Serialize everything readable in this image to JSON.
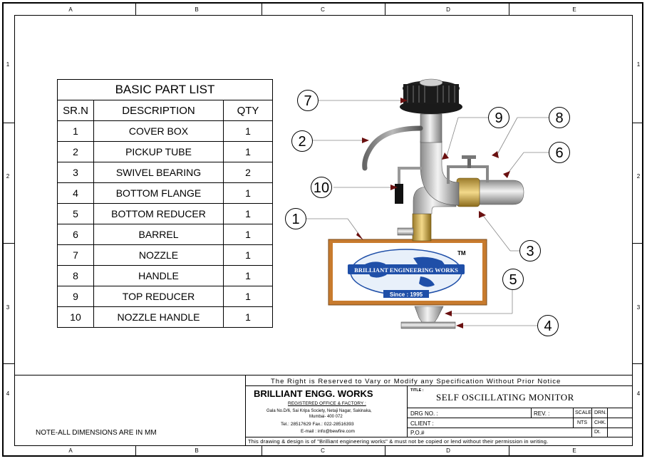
{
  "zones": {
    "columns": [
      "A",
      "B",
      "C",
      "D",
      "E"
    ],
    "rows": [
      "1",
      "2",
      "3",
      "4"
    ]
  },
  "parts_table": {
    "title": "BASIC PART LIST",
    "headers": [
      "SR.N",
      "DESCRIPTION",
      "QTY"
    ],
    "rows": [
      {
        "sr": "1",
        "description": "COVER BOX",
        "qty": "1"
      },
      {
        "sr": "2",
        "description": "PICKUP TUBE",
        "qty": "1"
      },
      {
        "sr": "3",
        "description": "SWIVEL BEARING",
        "qty": "2"
      },
      {
        "sr": "4",
        "description": "BOTTOM FLANGE",
        "qty": "1"
      },
      {
        "sr": "5",
        "description": "BOTTOM REDUCER",
        "qty": "1"
      },
      {
        "sr": "6",
        "description": "BARREL",
        "qty": "1"
      },
      {
        "sr": "7",
        "description": "NOZZLE",
        "qty": "1"
      },
      {
        "sr": "8",
        "description": "HANDLE",
        "qty": "1"
      },
      {
        "sr": "9",
        "description": "TOP REDUCER",
        "qty": "1"
      },
      {
        "sr": "10",
        "description": "NOZZLE HANDLE",
        "qty": "1"
      }
    ]
  },
  "callouts": [
    "7",
    "2",
    "10",
    "1",
    "9",
    "8",
    "6",
    "3",
    "5",
    "4"
  ],
  "logo": {
    "name": "BRILLIANT ENGINEERING WORKS",
    "tm": "TM",
    "since": "Since : 1995",
    "frame_color": "#c87b2e",
    "brand_blue": "#1f4fa8",
    "brand_red": "#d2231f"
  },
  "title_block": {
    "reserve_note": "The Right is Reserved to Vary or Modify any Specification Without Prior Notice",
    "company": "BRILLIANT ENGG. WORKS",
    "office_label": "REGISTERED OFFICE & FACTORY :",
    "address": "Gala No.D/6, Sai Kripa Society, Netaji Nagar, Sakinaka,",
    "city": "Mumbai- 400 072",
    "tel": "Tel.: 28517629      Fax.: 022-28516393",
    "email": "E-mail : info@bewfire.com",
    "title_label": "TITLE :",
    "title": "SELF OSCILLATING MONITOR",
    "drg_no": "DRG NO. :",
    "rev": "REV. :",
    "scale": "SCALE",
    "scale_value": "NTS",
    "drn": "DRN.",
    "client": "CLIENT :",
    "chk": "CHK.",
    "po": "P.O.#",
    "dt": "Dt.",
    "copyright": "This drawing & design is of \"Brilliant engineering works\" & must not be copied or lend without their permission in writing.",
    "note": "NOTE-ALL DIMENSIONS ARE IN MM"
  }
}
